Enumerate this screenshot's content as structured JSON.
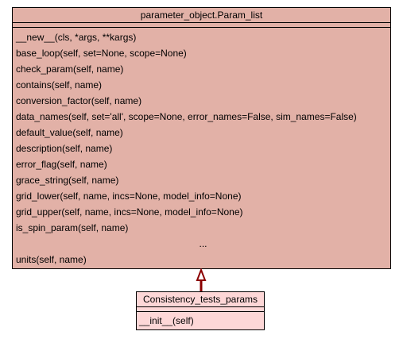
{
  "parent_class": {
    "name": "parameter_object.Param_list",
    "methods": [
      "__new__(cls, *args, **kargs)",
      "base_loop(self, set=None, scope=None)",
      "check_param(self, name)",
      "contains(self, name)",
      "conversion_factor(self, name)",
      "data_names(self, set='all', scope=None, error_names=False, sim_names=False)",
      "default_value(self, name)",
      "description(self, name)",
      "error_flag(self, name)",
      "grace_string(self, name)",
      "grid_lower(self, name, incs=None, model_info=None)",
      "grid_upper(self, name, incs=None, model_info=None)",
      "is_spin_param(self, name)"
    ],
    "ellipsis": "...",
    "last_method": "units(self, name)"
  },
  "child_class": {
    "name": "Consistency_tests_params",
    "methods": [
      "__init__(self)"
    ]
  },
  "colors": {
    "parent_fill": "#e2b1a7",
    "child_fill": "#fdd7d7",
    "arrow": "#8b0000",
    "border": "#000000"
  }
}
